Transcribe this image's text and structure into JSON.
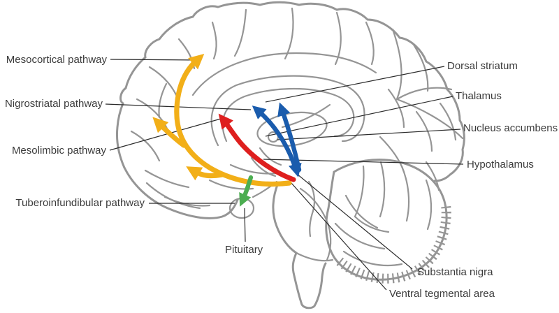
{
  "colors": {
    "pathway_yellow": "#F2AF18",
    "pathway_red": "#DE1F1E",
    "pathway_blue": "#1A5CAD",
    "pathway_green": "#4CAE51",
    "outline_gray": "#959595",
    "leader_line": "#2b2b2b",
    "text": "#3b3b3b",
    "background": "#ffffff"
  },
  "labels": {
    "mesocortical": "Mesocortical pathway",
    "nigrostriatal": "Nigrostriatal pathway",
    "mesolimbic": "Mesolimbic pathway",
    "tuberoinfundibular": "Tuberoinfundibular pathway",
    "pituitary": "Pituitary",
    "dorsal_striatum": "Dorsal striatum",
    "thalamus": "Thalamus",
    "nucleus_accumbens": "Nucleus accumbens",
    "hypothalamus": "Hypothalamus",
    "substantia_nigra": "Substantia nigra",
    "ventral_tegmental_area": "Ventral tegmental area"
  },
  "arrows": [
    {
      "name": "mesocortical-arrow",
      "color_key": "pathway_yellow"
    },
    {
      "name": "mesolimbic-arrow",
      "color_key": "pathway_yellow"
    },
    {
      "name": "nigrostriatal-arrow",
      "color_key": "pathway_red"
    },
    {
      "name": "thalamic-paired-arrows",
      "color_key": "pathway_blue"
    },
    {
      "name": "tuberoinfundibular-arrow",
      "color_key": "pathway_green"
    }
  ]
}
